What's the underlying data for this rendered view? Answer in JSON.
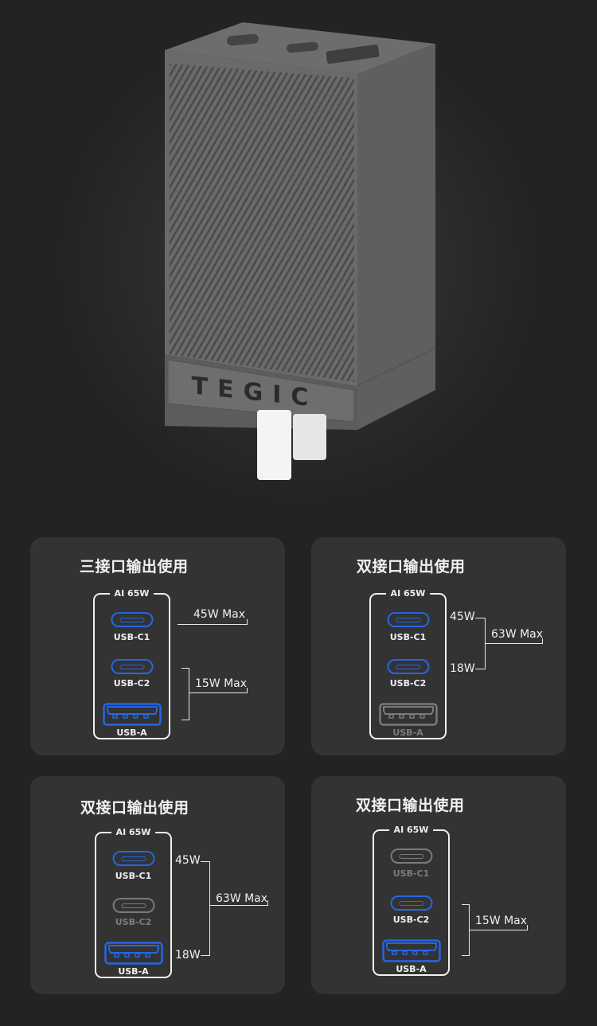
{
  "product": {
    "brand": "TEGIC"
  },
  "colors": {
    "active": "#2467e6",
    "inactive": "#7a7a7a",
    "card": "#333333",
    "background": "#232323"
  },
  "cards": [
    {
      "title": "三接口输出使用",
      "box_label": "AI 65W",
      "ports": [
        {
          "label": "USB-C1",
          "active": true
        },
        {
          "label": "USB-C2",
          "active": true
        },
        {
          "label": "USB-A",
          "active": true
        }
      ],
      "annotations": {
        "c1": "45W Max",
        "group": "15W Max"
      }
    },
    {
      "title": "双接口输出使用",
      "box_label": "AI 65W",
      "ports": [
        {
          "label": "USB-C1",
          "active": true
        },
        {
          "label": "USB-C2",
          "active": true
        },
        {
          "label": "USB-A",
          "active": false
        }
      ],
      "annotations": {
        "top": "45W",
        "bottom": "18W",
        "total": "63W Max"
      }
    },
    {
      "title": "双接口输出使用",
      "box_label": "AI 65W",
      "ports": [
        {
          "label": "USB-C1",
          "active": true
        },
        {
          "label": "USB-C2",
          "active": false
        },
        {
          "label": "USB-A",
          "active": true
        }
      ],
      "annotations": {
        "top": "45W",
        "bottom": "18W",
        "total": "63W Max"
      }
    },
    {
      "title": "双接口输出使用",
      "box_label": "AI 65W",
      "ports": [
        {
          "label": "USB-C1",
          "active": false
        },
        {
          "label": "USB-C2",
          "active": true
        },
        {
          "label": "USB-A",
          "active": true
        }
      ],
      "annotations": {
        "group": "15W Max"
      }
    }
  ]
}
